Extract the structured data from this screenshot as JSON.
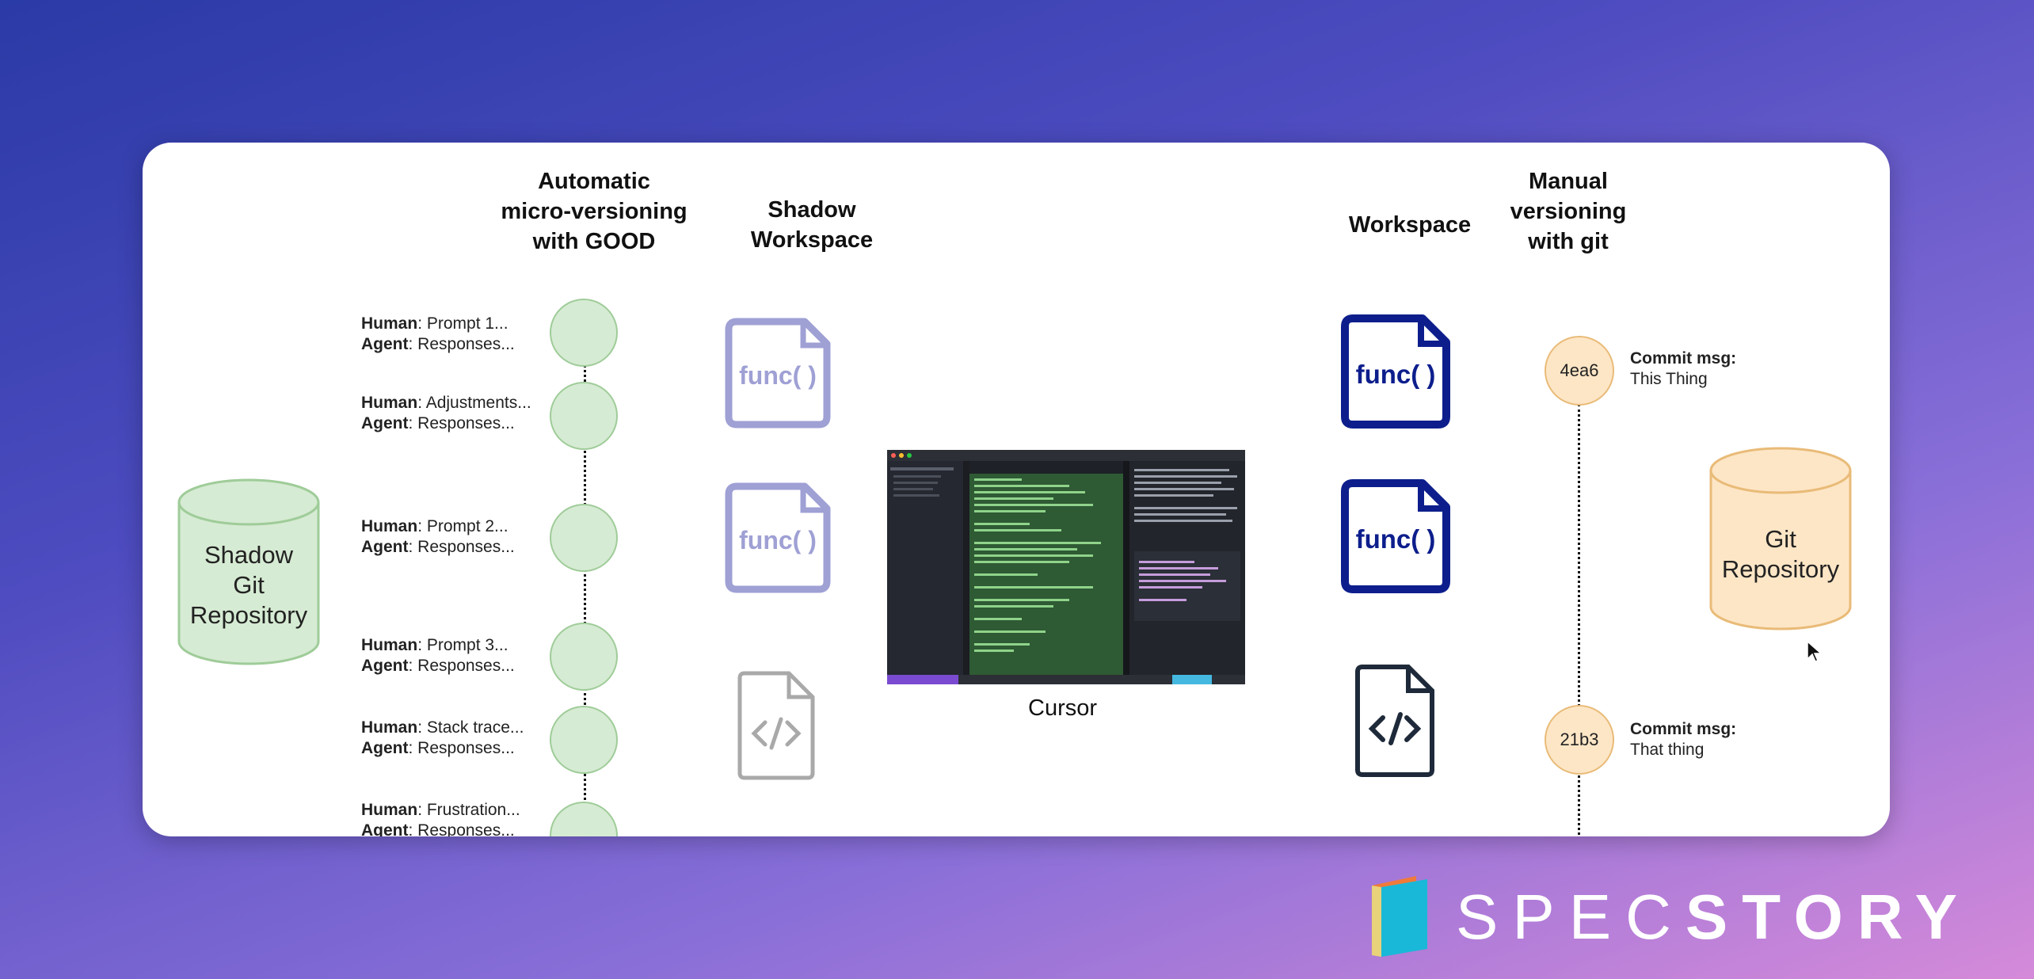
{
  "headings": {
    "auto": "Automatic\nmicro-versioning\nwith GOOD",
    "shadow": "Shadow\nWorkspace",
    "workspace": "Workspace",
    "manual": "Manual\nversioning\nwith git"
  },
  "shadow_repo": "Shadow\nGit\nRepository",
  "git_repo": "Git\nRepository",
  "interactions": [
    {
      "who1": "Human",
      "text1": ": Prompt 1...",
      "who2": "Agent",
      "text2": ": Responses..."
    },
    {
      "who1": "Human",
      "text1": ": Adjustments...",
      "who2": "Agent",
      "text2": ": Responses..."
    },
    {
      "who1": "Human",
      "text1": ": Prompt 2...",
      "who2": "Agent",
      "text2": ": Responses..."
    },
    {
      "who1": "Human",
      "text1": ": Prompt 3...",
      "who2": "Agent",
      "text2": ": Responses..."
    },
    {
      "who1": "Human",
      "text1": ": Stack trace...",
      "who2": "Agent",
      "text2": ": Responses..."
    },
    {
      "who1": "Human",
      "text1": ": Frustration...",
      "who2": "Agent",
      "text2": ": Responses..."
    }
  ],
  "func_label": "func( )",
  "cursor_label": "Cursor",
  "commits": [
    {
      "hash": "4ea6",
      "msg_title": "Commit msg:",
      "msg": "This Thing"
    },
    {
      "hash": "21b3",
      "msg_title": "Commit msg:",
      "msg": "That thing"
    }
  ],
  "brand": {
    "light": "SPEC",
    "bold": "STORY"
  },
  "colors": {
    "green_fill": "#d6ebd3",
    "green_stroke": "#9fcc99",
    "shadow_file": "#9fa0d4",
    "workspace_file": "#0d1e8c",
    "orange_fill": "#fde6c6",
    "orange_stroke": "#e9bb78"
  },
  "icons": [
    "file-code-icon",
    "book-logo-icon",
    "mouse-pointer-icon"
  ]
}
